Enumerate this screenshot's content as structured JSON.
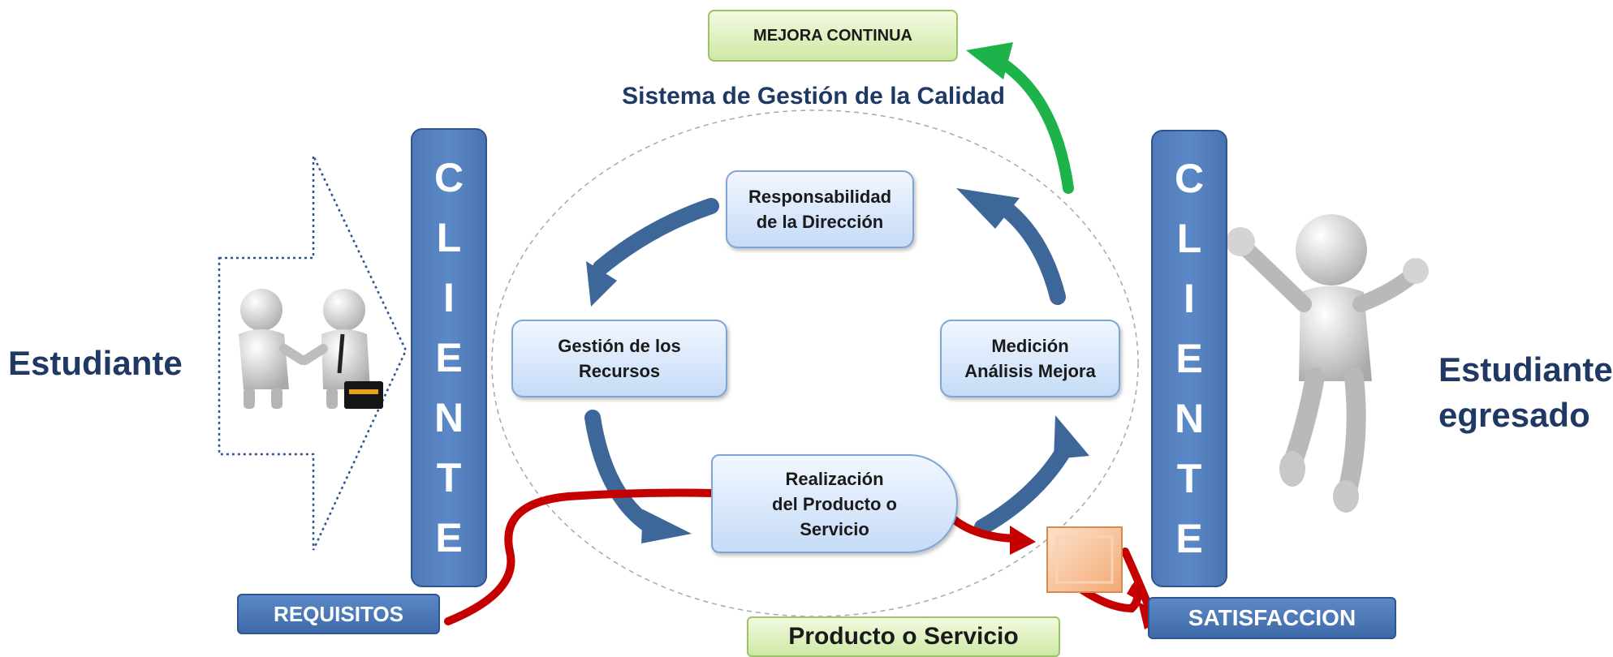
{
  "title": "Sistema de Gestión de la Calidad",
  "left_label": "Estudiante",
  "right_label": "Estudiante egresado",
  "cliente_letters": [
    "C",
    "L",
    "I",
    "E",
    "N",
    "T",
    "E"
  ],
  "boxes": {
    "responsabilidad": "Responsabilidad\nde la Dirección",
    "gestion": "Gestión de los\nRecursos",
    "medicion": "Medición\nAnálisis Mejora",
    "realizacion": "Realización\ndel Producto o\nServicio"
  },
  "tags": {
    "mejora": "MEJORA CONTINUA",
    "requisitos": "REQUISITOS",
    "producto": "Producto o Servicio",
    "satisfaccion": "SATISFACCION"
  },
  "colors": {
    "cycle_arrow": "#3d6699",
    "mejora_arrow": "#1db34a",
    "flow_arrow": "#c40000",
    "cliente_bar": "#4f7ab8",
    "label_text": "#1f3864",
    "product_box": "#f5b98a"
  }
}
